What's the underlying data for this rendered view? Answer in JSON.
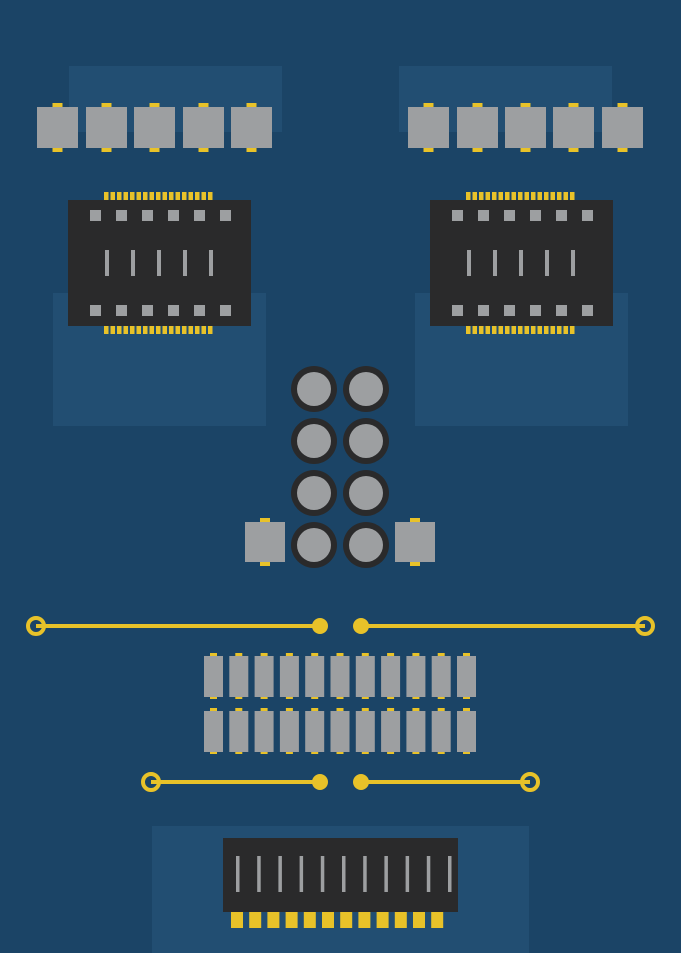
{
  "board": {
    "colors": {
      "background": "#1b4466",
      "zone": "#224e72",
      "chip_body": "#2a2a2b",
      "component": "#9d9fa1",
      "copper": "#e8c229",
      "chip_pad": "#9d9fa1"
    },
    "regions": [
      {
        "name": "top-left-resistor-row",
        "component": "smd-resistor",
        "count": 5
      },
      {
        "name": "top-right-resistor-row",
        "component": "smd-resistor",
        "count": 5
      },
      {
        "name": "left-ic-chip",
        "component": "ic-chip",
        "pins_per_side": 17
      },
      {
        "name": "right-ic-chip",
        "component": "ic-chip",
        "pins_per_side": 17
      },
      {
        "name": "capacitor-grid",
        "component": "round-capacitor",
        "count": 8
      },
      {
        "name": "side-resistors",
        "component": "smd-resistor",
        "count": 2
      },
      {
        "name": "upper-traces",
        "component": "copper-trace",
        "count": 2
      },
      {
        "name": "resistor-array",
        "component": "small-resistor",
        "count": 22
      },
      {
        "name": "lower-traces",
        "component": "copper-trace",
        "count": 2
      },
      {
        "name": "bottom-connector",
        "component": "edge-connector",
        "pins": 12
      }
    ]
  }
}
